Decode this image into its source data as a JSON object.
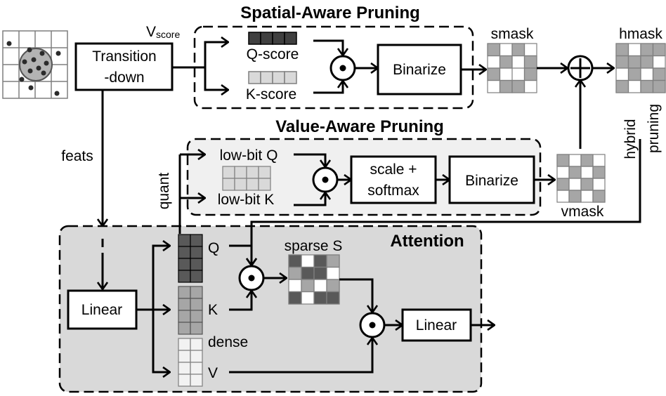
{
  "labels": {
    "spatial_title": "Spatial-Aware Pruning",
    "value_title": "Value-Aware Pruning",
    "attention_title": "Attention",
    "v_score_main": "V",
    "v_score_sub": "score",
    "transition_line1": "Transition",
    "transition_line2": "-down",
    "q_score": "Q-score",
    "k_score": "K-score",
    "binarize_spatial": "Binarize",
    "smask": "smask",
    "hmask": "hmask",
    "hybrid_line1": "hybrid",
    "hybrid_line2": "pruning",
    "low_bit_q": "low-bit Q",
    "low_bit_k": "low-bit K",
    "scale_line1": "scale +",
    "scale_line2": "softmax",
    "binarize_value": "Binarize",
    "vmask": "vmask",
    "feats": "feats",
    "quant": "quant",
    "linear_in": "Linear",
    "q": "Q",
    "k": "K",
    "dense": "dense",
    "v": "V",
    "sparse_s": "sparse S",
    "linear_out": "Linear"
  },
  "colors": {
    "attention_bg": "#d9d9d9",
    "value_bg": "#f0f0f0",
    "dark_cell": "#595959",
    "mid_cell": "#a6a6a6",
    "light_cell": "#d9d9d9",
    "lighter_cell": "#f2f2f2"
  },
  "icons": {
    "multiply": "circled-dot-operator",
    "add": "circled-plus-operator",
    "point_cloud": "point-cloud-grid-icon"
  }
}
